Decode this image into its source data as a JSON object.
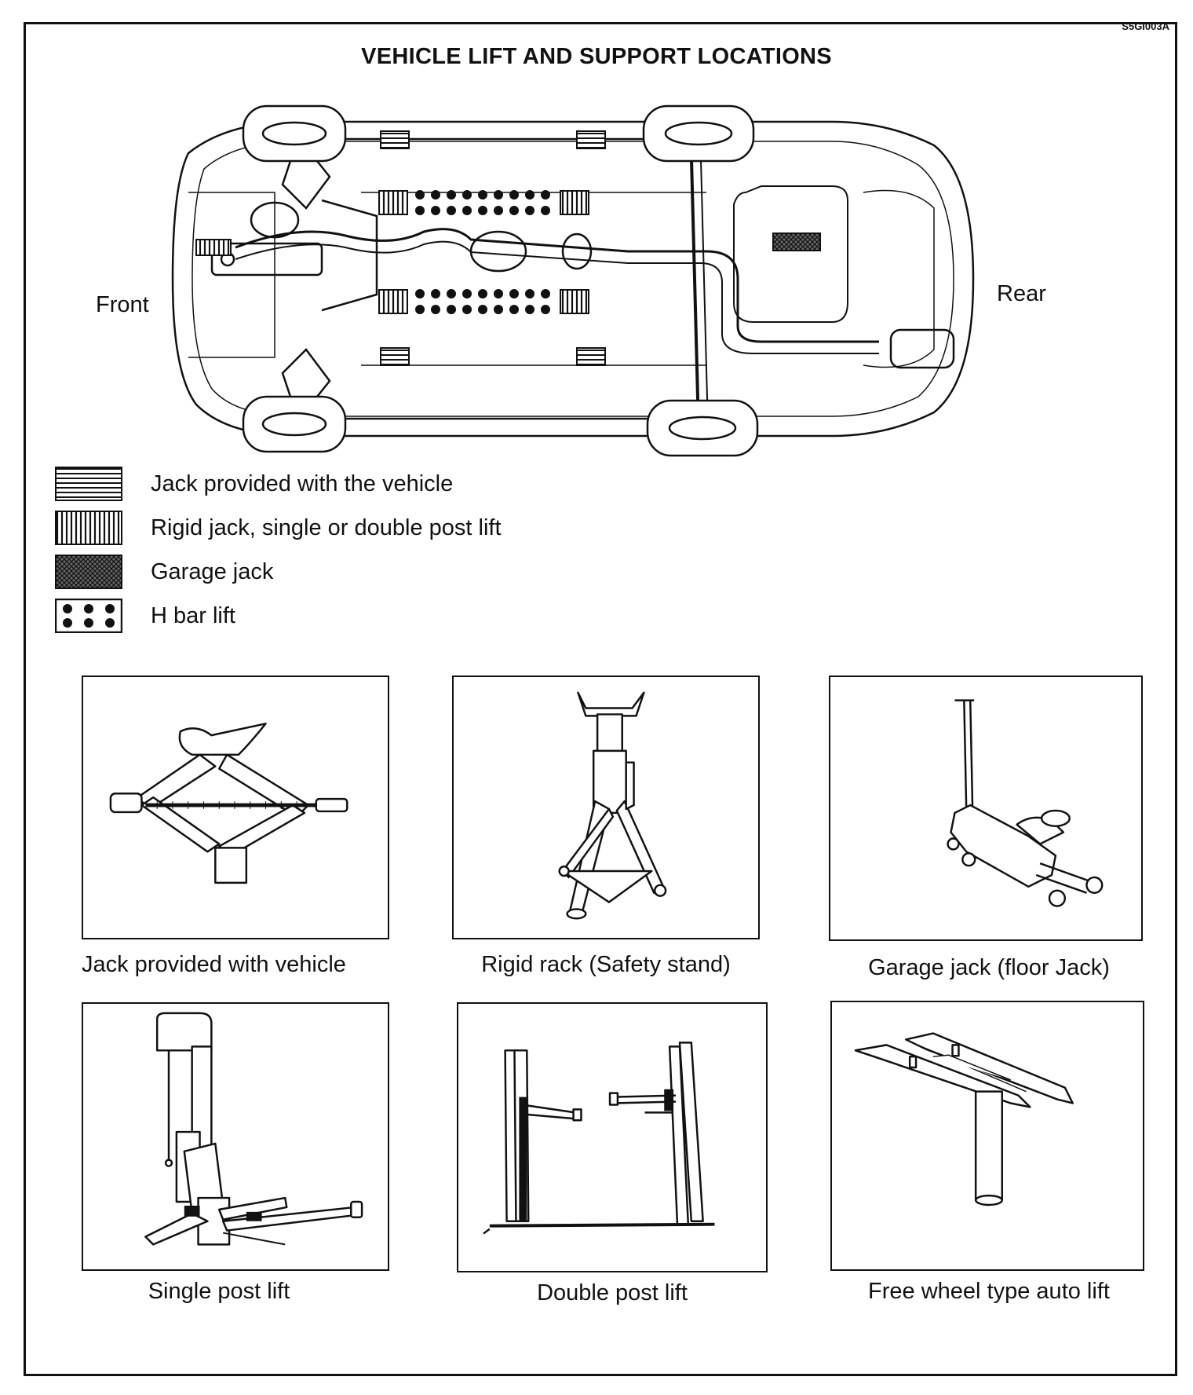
{
  "figure_code": "S5GI003A",
  "title": "VEHICLE LIFT AND SUPPORT LOCATIONS",
  "labels": {
    "front": "Front",
    "rear": "Rear"
  },
  "legend": [
    {
      "pattern": "horizontal-lines",
      "label": "Jack provided with the vehicle"
    },
    {
      "pattern": "vertical-lines",
      "label": "Rigid jack, single or double post lift"
    },
    {
      "pattern": "crosshatch",
      "label": "Garage jack"
    },
    {
      "pattern": "dots",
      "label": "H bar lift"
    }
  ],
  "equipment": [
    {
      "icon": "scissor-jack-icon",
      "caption": "Jack provided with vehicle"
    },
    {
      "icon": "safety-stand-icon",
      "caption": "Rigid rack (Safety stand)"
    },
    {
      "icon": "floor-jack-icon",
      "caption": "Garage jack (floor Jack)"
    },
    {
      "icon": "single-post-lift-icon",
      "caption": "Single post lift"
    },
    {
      "icon": "double-post-lift-icon",
      "caption": "Double post lift"
    },
    {
      "icon": "free-wheel-lift-icon",
      "caption": "Free wheel type auto lift"
    }
  ]
}
